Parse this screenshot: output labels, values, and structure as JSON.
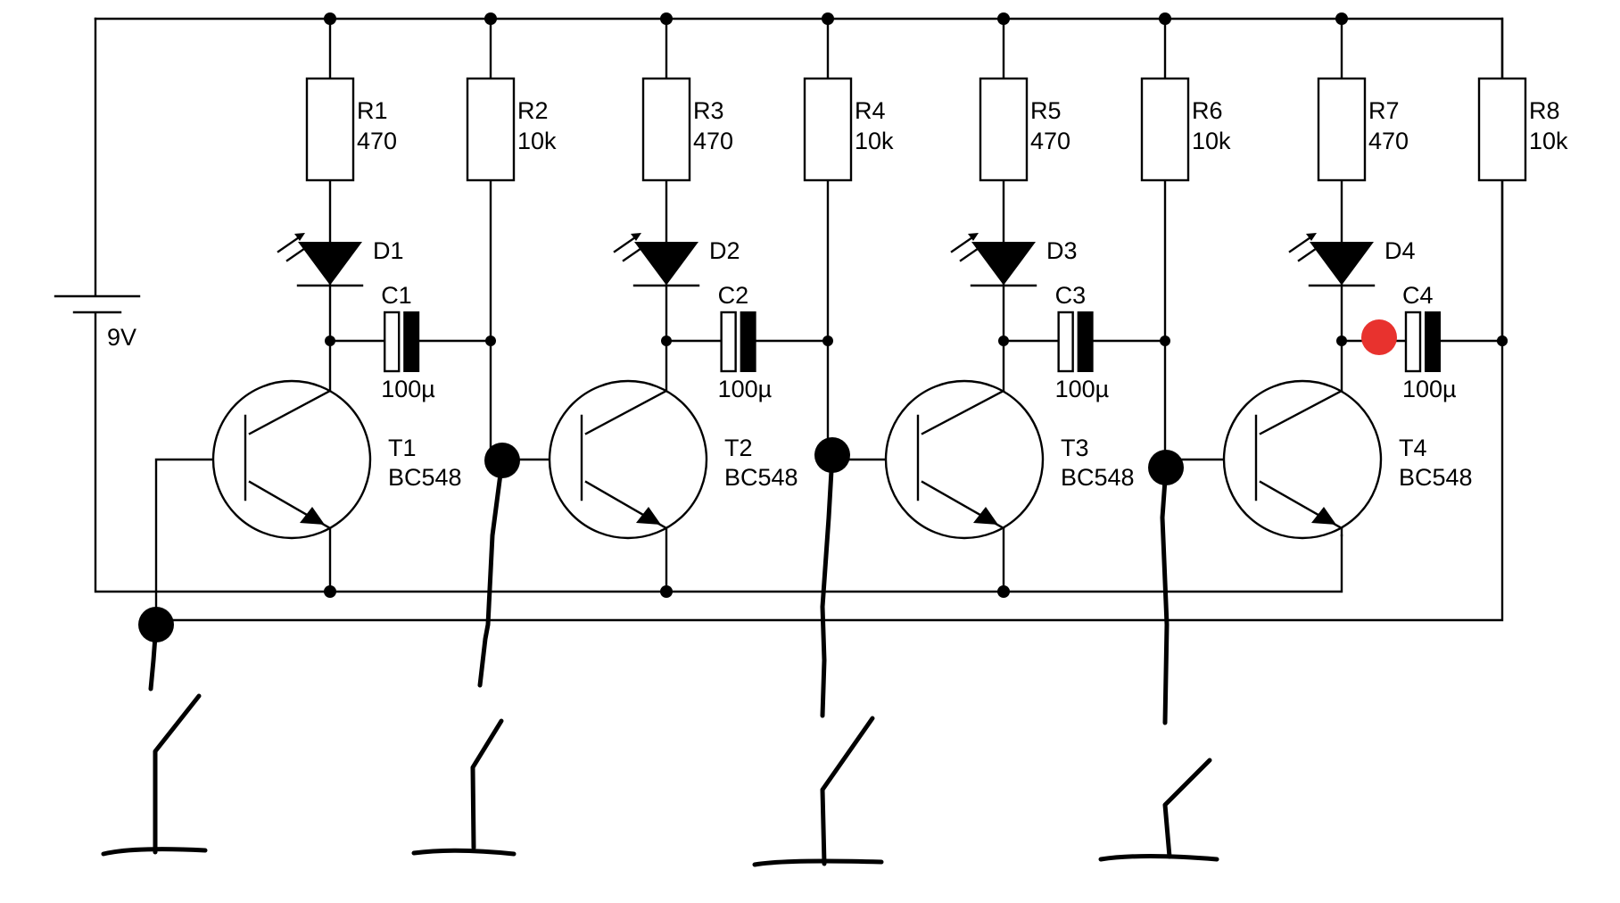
{
  "battery": {
    "label": "9V"
  },
  "resistors": [
    {
      "name": "R1",
      "value": "470"
    },
    {
      "name": "R2",
      "value": "10k"
    },
    {
      "name": "R3",
      "value": "470"
    },
    {
      "name": "R4",
      "value": "10k"
    },
    {
      "name": "R5",
      "value": "470"
    },
    {
      "name": "R6",
      "value": "10k"
    },
    {
      "name": "R7",
      "value": "470"
    },
    {
      "name": "R8",
      "value": "10k"
    }
  ],
  "leds": [
    {
      "name": "D1"
    },
    {
      "name": "D2"
    },
    {
      "name": "D3"
    },
    {
      "name": "D4"
    }
  ],
  "capacitors": [
    {
      "name": "C1",
      "value": "100µ"
    },
    {
      "name": "C2",
      "value": "100µ"
    },
    {
      "name": "C3",
      "value": "100µ"
    },
    {
      "name": "C4",
      "value": "100µ"
    }
  ],
  "transistors": [
    {
      "name": "T1",
      "part": "BC548"
    },
    {
      "name": "T2",
      "part": "BC548"
    },
    {
      "name": "T3",
      "part": "BC548"
    },
    {
      "name": "T4",
      "part": "BC548"
    }
  ],
  "colors": {
    "wire": "#000000",
    "highlight_dot": "#e8322e",
    "background": "#ffffff"
  }
}
